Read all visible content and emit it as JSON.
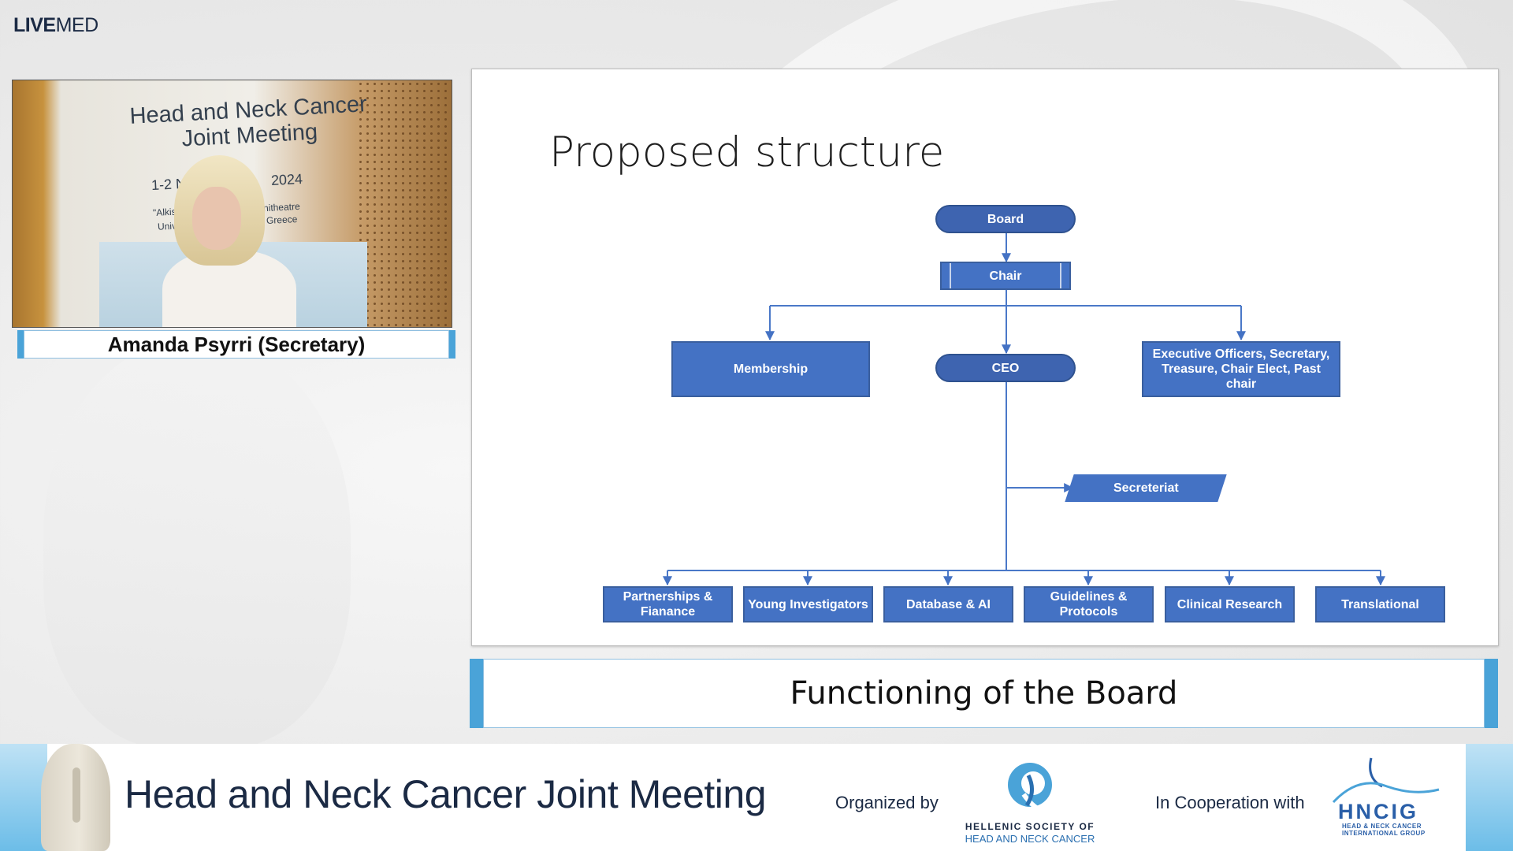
{
  "brand": {
    "logo_bold": "LIVE",
    "logo_light": "MED"
  },
  "video": {
    "banner_title_line1": "Head and Neck Cancer",
    "banner_title_line2": "Joint Meeting",
    "banner_date_left": "1-2 N",
    "banner_date_right": "2024",
    "banner_venue_left1": "\"Alkis A",
    "banner_venue_left2": "Unive",
    "banner_venue_right1": "nitheatre",
    "banner_venue_right2": "Greece",
    "speaker_name": "Amanda Psyrri (Secretary)"
  },
  "slide": {
    "title": "Proposed structure",
    "org": {
      "board": "Board",
      "chair": "Chair",
      "membership": "Membership",
      "ceo": "CEO",
      "executive": "Executive Officers, Secretary, Treasure, Chair Elect, Past chair",
      "secreteriat": "Secreteriat",
      "bottom": [
        "Partnerships & Fianance",
        "Young Investigators",
        "Database & AI",
        "Guidelines & Protocols",
        "Clinical Research",
        "Translational"
      ]
    }
  },
  "subtitle": "Functioning of the Board",
  "footer": {
    "title": "Head and Neck Cancer Joint Meeting",
    "organized_by": "Organized by",
    "org_line1": "HELLENIC SOCIETY OF",
    "org_line2": "HEAD AND NECK CANCER",
    "cooperation": "In Cooperation with",
    "partner_name": "HNCIG",
    "partner_sub1": "HEAD & NECK CANCER",
    "partner_sub2": "INTERNATIONAL GROUP"
  },
  "colors": {
    "accent": "#4aa3d8",
    "node_blue": "#4472c4",
    "node_dark": "#3e64b0",
    "text_dark": "#1b2a44"
  }
}
